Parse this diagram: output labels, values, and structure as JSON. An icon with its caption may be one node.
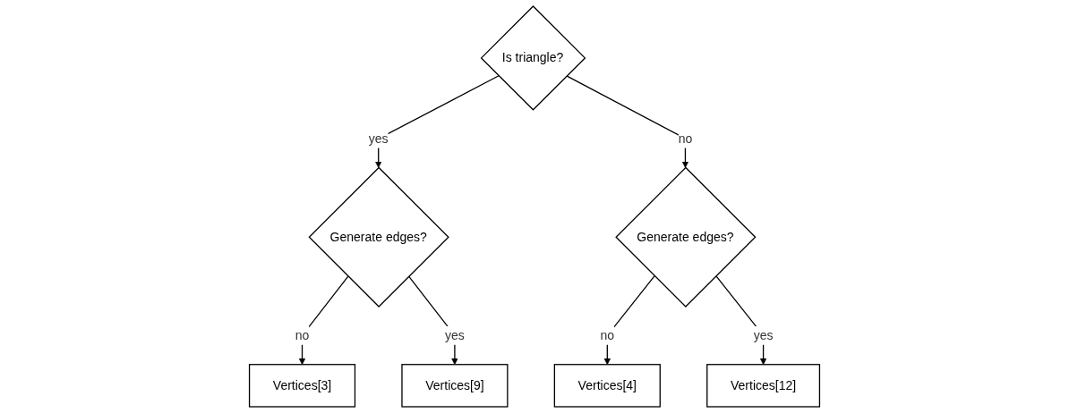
{
  "diagram": {
    "nodes": [
      {
        "text": [
          "Is triangle?"
        ]
      },
      {
        "text": [
          "Generate edges?"
        ]
      },
      {
        "text": [
          "Generate edges?"
        ]
      },
      {
        "text": [
          "Vertices[3]"
        ]
      },
      {
        "text": [
          "Vertices[9]"
        ]
      },
      {
        "text": [
          "Vertices[4]"
        ]
      },
      {
        "text": [
          "Vertices[12]"
        ]
      }
    ],
    "edges": [
      {
        "from": 0,
        "to": 1,
        "arrow": "to",
        "label": "yes"
      },
      {
        "from": 0,
        "to": 2,
        "arrow": "to",
        "label": "no"
      },
      {
        "from": 1,
        "to": 3,
        "arrow": "to",
        "label": "no"
      },
      {
        "from": 1,
        "to": 4,
        "arrow": "to",
        "label": "yes"
      },
      {
        "from": 2,
        "to": 5,
        "arrow": "to",
        "label": "no"
      },
      {
        "from": 2,
        "to": 6,
        "arrow": "to",
        "label": "yes"
      }
    ]
  }
}
